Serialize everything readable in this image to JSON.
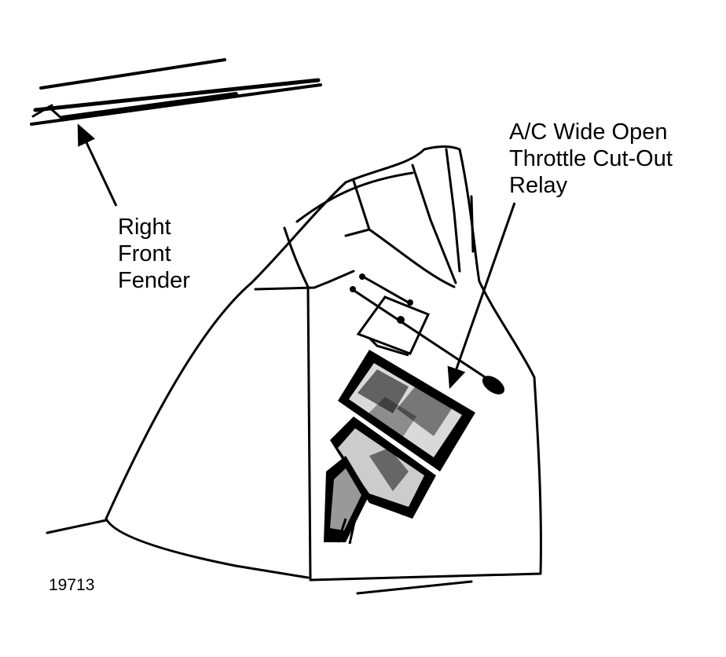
{
  "labels": {
    "fender": [
      "Right",
      "Front",
      "Fender"
    ],
    "relay": [
      "A/C Wide Open",
      "Throttle Cut-Out",
      "Relay"
    ]
  },
  "figure_number": "19713",
  "colors": {
    "ink": "#000000",
    "paper": "#ffffff"
  }
}
